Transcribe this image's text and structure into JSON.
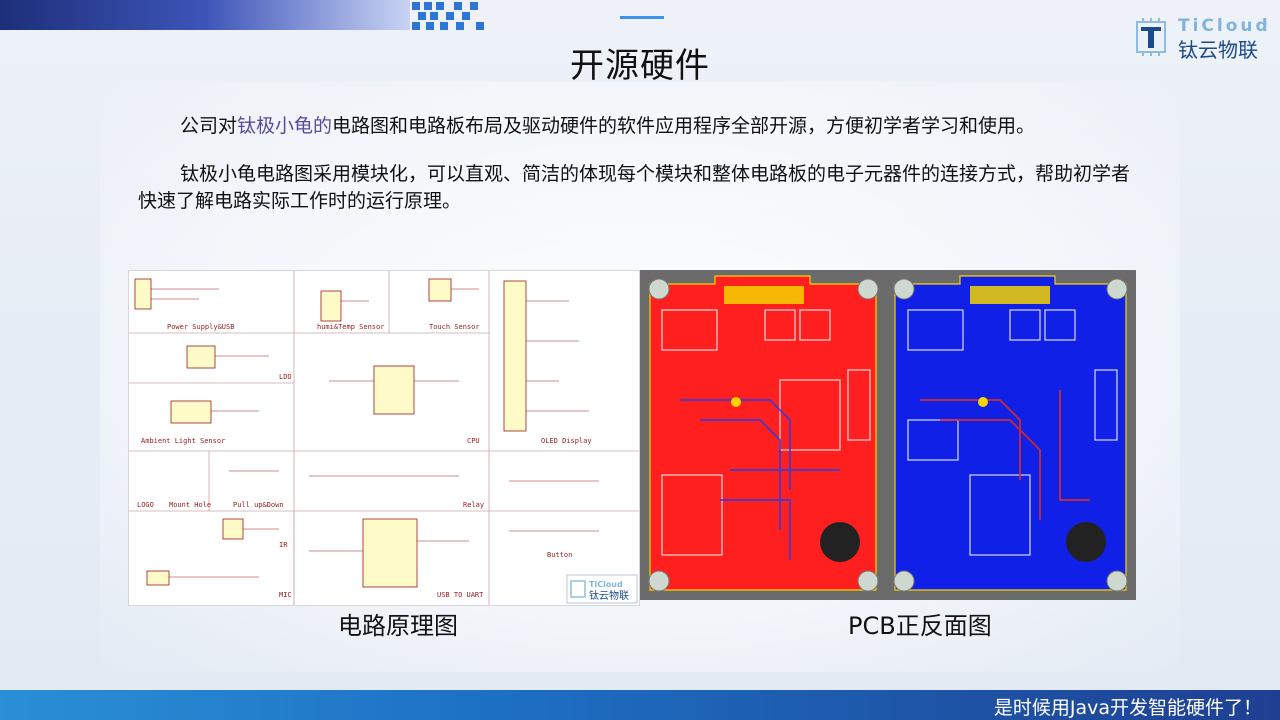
{
  "header": {
    "title": "开源硬件",
    "logo_en": "TiCloud",
    "logo_cn": "钛云物联"
  },
  "body": {
    "p1_prefix": "公司对",
    "p1_highlight": "钛极小龟的",
    "p1_suffix": "电路图和电路板布局及驱动硬件的软件应用程序全部开源，方便初学者学习和使用。",
    "p2": "钛极小龟电路图采用模块化，可以直观、简洁的体现每个模块和整体电路板的电子元器件的连接方式，帮助初学者快速了解电路实际工作时的运行原理。"
  },
  "schematic": {
    "modules": [
      "Power Supply&USB",
      "humi&Temp Sensor",
      "Touch Sensor",
      "LDO",
      "Ambient Light Sensor",
      "CPU",
      "OLED Display",
      "LOGO",
      "Mount Hole",
      "Pull up&Down",
      "Relay",
      "IR",
      "USB TO UART",
      "MIC",
      "Button"
    ],
    "logo_en": "TiCloud",
    "logo_cn": "钛云物联"
  },
  "captions": {
    "left": "电路原理图",
    "right": "PCB正反面图"
  },
  "footer": {
    "text": "是时候用Java开发智能硬件了！"
  },
  "colors": {
    "accent": "#3c92e8",
    "pcb_front": "#ff1f1f",
    "pcb_back": "#1020e6",
    "footer": "#1d6fc2"
  }
}
